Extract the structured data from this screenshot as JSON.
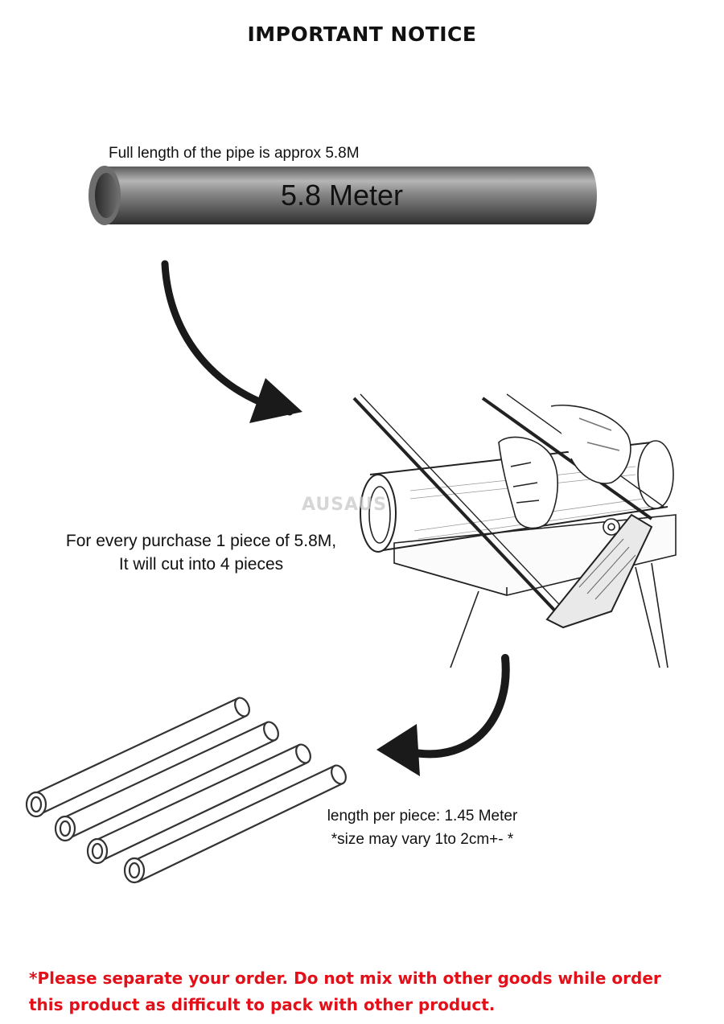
{
  "title": "IMPORTANT NOTICE",
  "pipe": {
    "caption": "Full length of the pipe is approx 5.8M",
    "label": "5.8 Meter"
  },
  "cut": {
    "line1": "For every purchase 1 piece of 5.8M,",
    "line2": "It will cut into 4 pieces"
  },
  "watermark": "AUSAUS",
  "pieces": {
    "line1": "length per piece: 1.45 Meter",
    "line2": "*size may vary 1to 2cm+- *"
  },
  "warning": {
    "line1": "*Please separate your order. Do not mix with other goods while order",
    "line2": "this product as difficult to pack with other product."
  },
  "colors": {
    "warning": "#e3101a",
    "pipe_dark": "#3a3a3a",
    "pipe_light": "#9a9a9a"
  },
  "icons": [
    "pipe-image",
    "curved-arrow-icon",
    "hacksaw-cutting-illustration",
    "cut-pipes-illustration"
  ]
}
